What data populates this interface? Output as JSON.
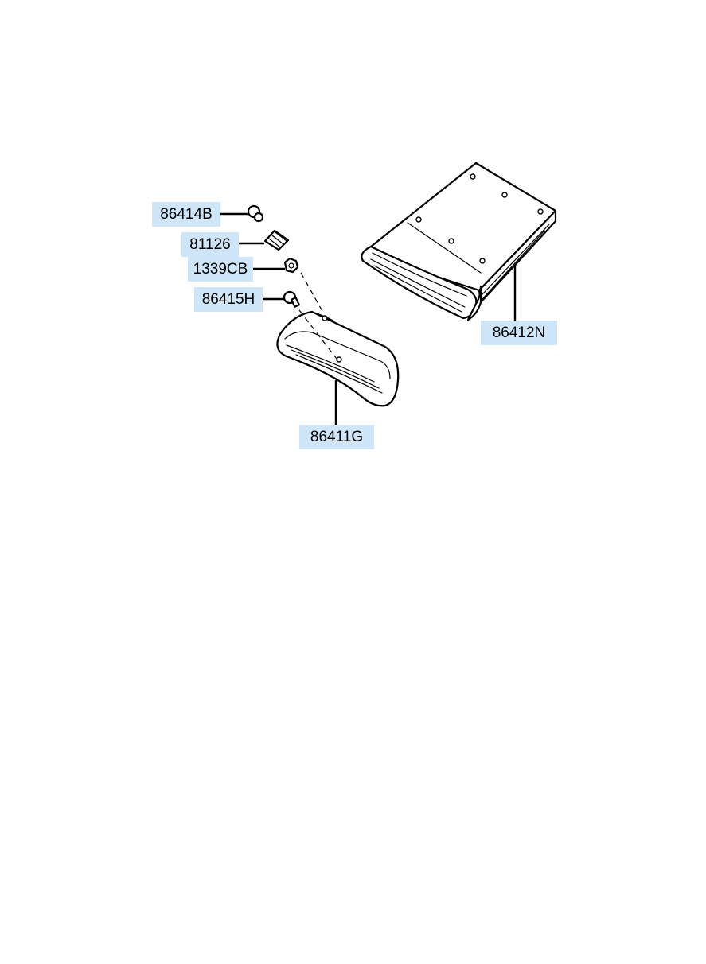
{
  "parts": [
    {
      "id": "86414B",
      "label": "86414B",
      "icon": "screw-icon"
    },
    {
      "id": "81126",
      "label": "81126",
      "icon": "clip-icon"
    },
    {
      "id": "1339CB",
      "label": "1339CB",
      "icon": "nut-icon"
    },
    {
      "id": "86415H",
      "label": "86415H",
      "icon": "bolt-icon"
    },
    {
      "id": "86412N",
      "label": "86412N",
      "icon": "hood-scoop-duct-icon"
    },
    {
      "id": "86411G",
      "label": "86411G",
      "icon": "hood-scoop-cover-icon"
    }
  ],
  "colors": {
    "label_background": "#cfe6f8",
    "line": "#000000",
    "background": "#ffffff"
  }
}
